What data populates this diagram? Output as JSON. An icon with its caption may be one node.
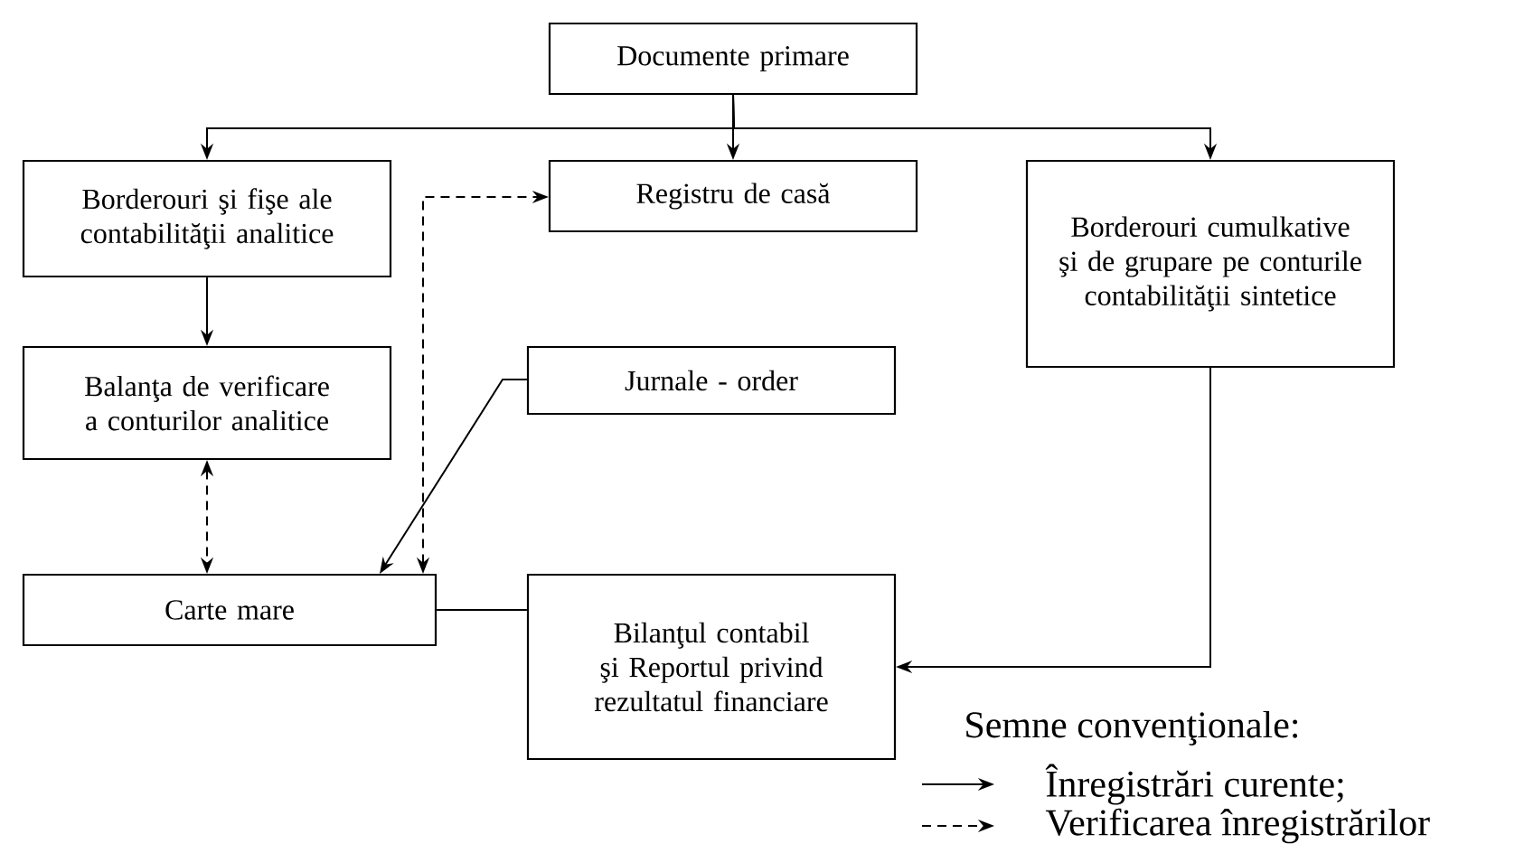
{
  "diagram": {
    "nodes": [
      {
        "text": [
          "Documente primare"
        ]
      },
      {
        "text": [
          "Borderouri şi fişe ale contabilităţii analitice"
        ]
      },
      {
        "text": [
          "Registru de casă"
        ]
      },
      {
        "text": [
          "Borderouri cumulkative şi de grupare pe conturile contabilităţii sintetice"
        ]
      },
      {
        "text": [
          "Balanţa de verificare a conturilor analitice"
        ]
      },
      {
        "text": [
          "Jurnale - order"
        ]
      },
      {
        "text": [
          "Carte mare"
        ]
      },
      {
        "text": [
          "Bilanţul contabil şi Reportul privind rezultatul financiare"
        ]
      }
    ],
    "edges": [
      {
        "from": 0,
        "to": 1,
        "arrow": "to"
      },
      {
        "from": 0,
        "to": 2,
        "arrow": "to"
      },
      {
        "from": 0,
        "to": 3,
        "arrow": "to"
      },
      {
        "from": 1,
        "to": 4,
        "arrow": "to"
      },
      {
        "from": 6,
        "to": 2,
        "arrow": "both",
        "style": "dashed"
      },
      {
        "from": 4,
        "to": 6,
        "arrow": "both",
        "style": "dashed"
      },
      {
        "from": 5,
        "to": 6,
        "arrow": "to"
      },
      {
        "from": 6,
        "to": 7,
        "arrow": "none"
      },
      {
        "from": 3,
        "to": 7,
        "arrow": "to"
      }
    ],
    "labels": [
      "Semne convenţionale:"
    ],
    "legend": [
      {
        "text": "Înregistrări curente;"
      },
      {
        "text": "Verificarea înregistrărilor"
      }
    ]
  }
}
